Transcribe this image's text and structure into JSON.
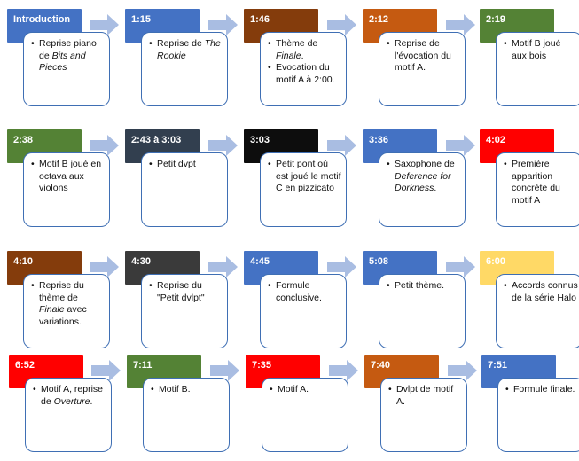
{
  "colors": {
    "blue": "#4472c4",
    "brown": "#843c0c",
    "orange": "#c55a11",
    "green": "#548235",
    "navy": "#323f4f",
    "black": "#0d0d0d",
    "red": "#ff0000",
    "darkgray": "#3a3a3a",
    "yellow": "#ffd966",
    "arrow": "#a9bde2",
    "border": "#3f6fb4"
  },
  "bullet_char": "•",
  "rows": [
    [
      {
        "time": "Introduction",
        "color": "blue",
        "parts": [
          "Reprise piano de ",
          {
            "i": "Bits and Pieces"
          }
        ]
      },
      {
        "time": "1:15",
        "color": "blue",
        "parts": [
          "Reprise de ",
          {
            "i": "The Rookie"
          }
        ]
      },
      {
        "time": "1:46",
        "color": "brown",
        "parts": [
          "Thème de ",
          {
            "i": "Finale"
          },
          ".",
          {
            "br": true
          },
          "Evocation du motif A à 2:00."
        ]
      },
      {
        "time": "2:12",
        "color": "orange",
        "parts": [
          "Reprise de l'évocation du motif A."
        ]
      },
      {
        "time": "2:19",
        "color": "green",
        "parts": [
          "Motif B joué aux bois"
        ]
      }
    ],
    [
      {
        "time": "2:38",
        "color": "green",
        "parts": [
          "Motif B joué en octava aux violons"
        ]
      },
      {
        "time": "2:43 à 3:03",
        "color": "navy",
        "parts": [
          "Petit dvpt"
        ]
      },
      {
        "time": "3:03",
        "color": "black",
        "parts": [
          "Petit pont où est joué le motif C en pizzicato"
        ]
      },
      {
        "time": "3:36",
        "color": "blue",
        "parts": [
          "Saxophone de ",
          {
            "i": "Deference for Dorkness"
          },
          "."
        ]
      },
      {
        "time": "4:02",
        "color": "red",
        "parts": [
          "Première apparition concrète du motif A"
        ]
      }
    ],
    [
      {
        "time": "4:10",
        "color": "brown",
        "parts": [
          "Reprise du thème de ",
          {
            "i": "Finale"
          },
          " avec variations."
        ]
      },
      {
        "time": "4:30",
        "color": "darkgray",
        "parts": [
          "Reprise du \"Petit dvlpt\""
        ]
      },
      {
        "time": "4:45",
        "color": "blue",
        "parts": [
          "Formule conclusive."
        ]
      },
      {
        "time": "5:08",
        "color": "blue",
        "parts": [
          "Petit thème."
        ]
      },
      {
        "time": "6:00",
        "color": "yellow",
        "parts": [
          "Accords connus de la série Halo"
        ]
      }
    ],
    [
      {
        "time": "6:52",
        "color": "red",
        "parts": [
          "Motif A, reprise de ",
          {
            "i": "Overture"
          },
          "."
        ]
      },
      {
        "time": "7:11",
        "color": "green",
        "parts": [
          "Motif B."
        ]
      },
      {
        "time": "7:35",
        "color": "red",
        "parts": [
          "Motif A."
        ]
      },
      {
        "time": "7:40",
        "color": "orange",
        "parts": [
          "Dvlpt de motif A."
        ]
      },
      {
        "time": "7:51",
        "color": "blue",
        "parts": [
          "Formule finale."
        ]
      }
    ]
  ]
}
